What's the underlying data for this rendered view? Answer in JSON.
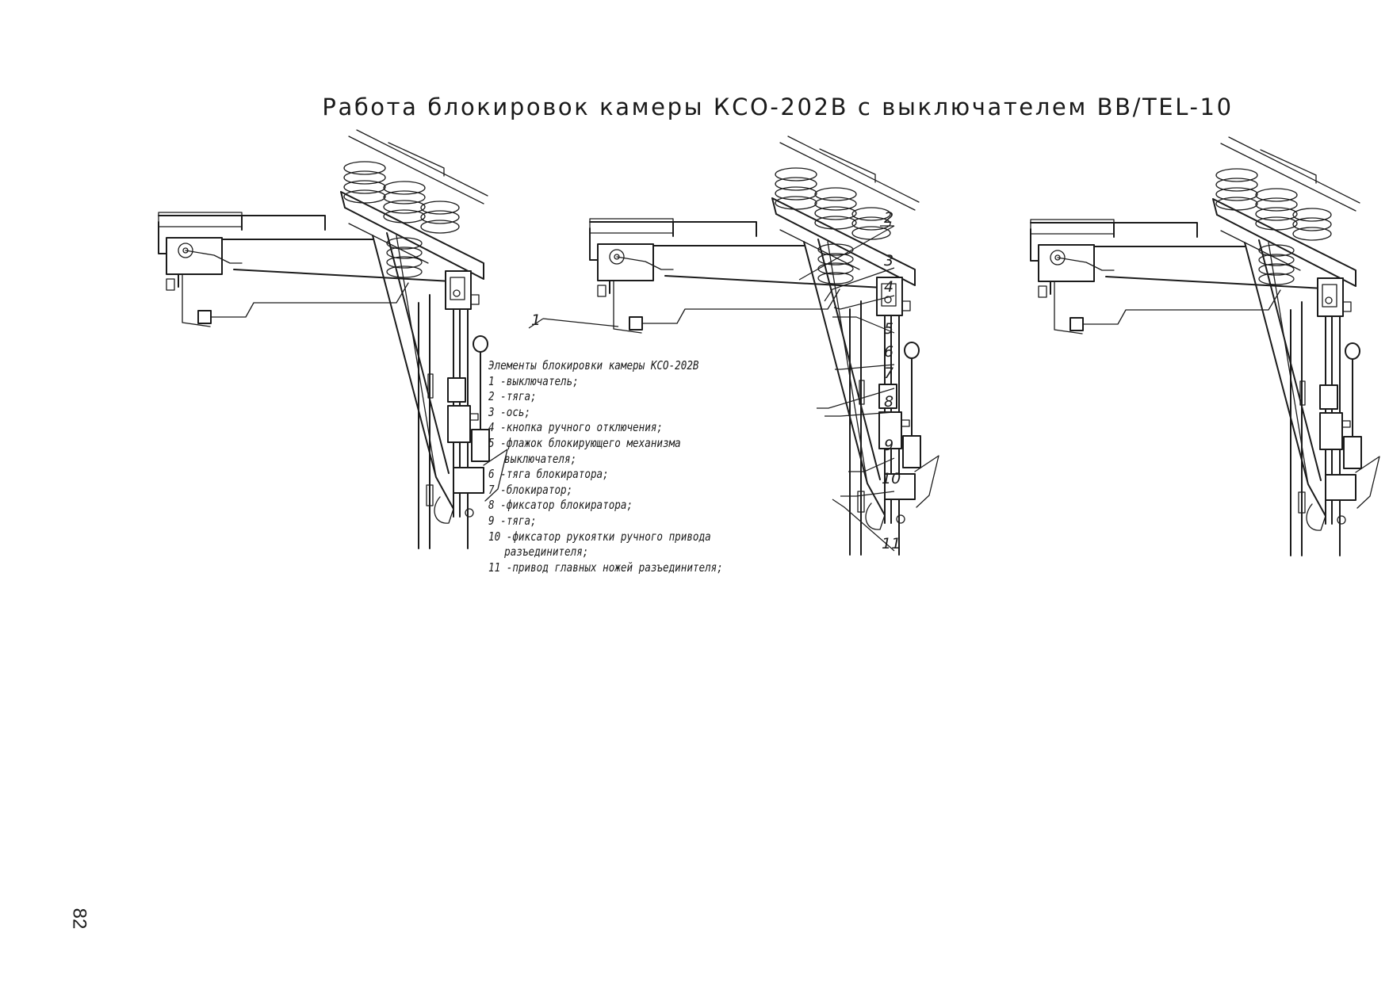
{
  "title": "Работа блокировок камеры КСО-202В с выключателем ВВ/TEL-10",
  "legend": {
    "heading": "Элементы блокировки камеры   КСО-202В",
    "items": [
      {
        "num": "1",
        "text": "1 -выключатель;"
      },
      {
        "num": "2",
        "text": "2 -тяга;"
      },
      {
        "num": "3",
        "text": "3 -ось;"
      },
      {
        "num": "4",
        "text": "4 -кнопка ручного отключения;"
      },
      {
        "num": "5",
        "text": "5 -флажок блокирующего механизма",
        "cont": "выключателя;"
      },
      {
        "num": "6",
        "text": "6 -тяга блокиратора;"
      },
      {
        "num": "7",
        "text": "7 -блокиратор;"
      },
      {
        "num": "8",
        "text": "8 -фиксатор блокиратора;"
      },
      {
        "num": "9",
        "text": "9 -тяга;"
      },
      {
        "num": "10",
        "text": "10 -фиксатор рукоятки ручного привода",
        "cont": "разъединителя;"
      },
      {
        "num": "11",
        "text": "11 -привод главных ножей разъединителя;"
      }
    ]
  },
  "callouts": [
    "1",
    "2",
    "3",
    "4",
    "5",
    "6",
    "7",
    "8",
    "9",
    "10",
    "11"
  ],
  "page_number": "82"
}
